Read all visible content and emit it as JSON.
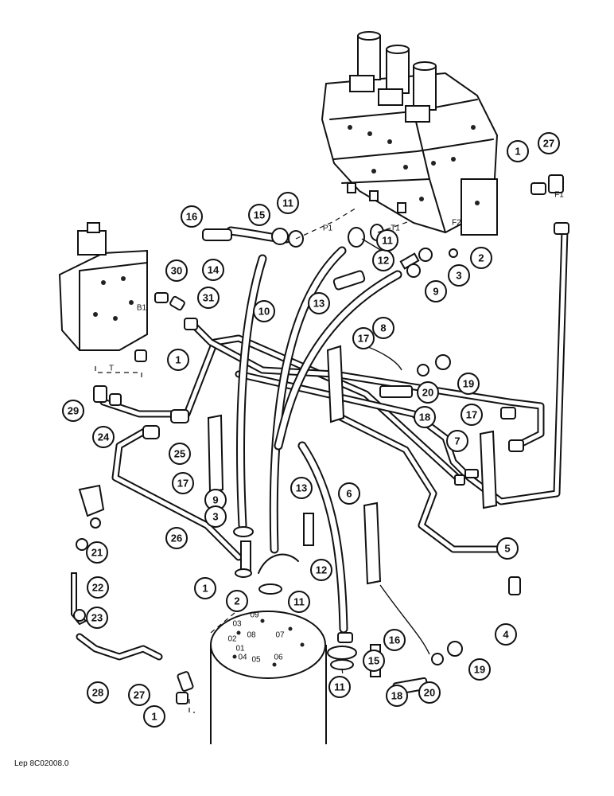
{
  "reference": "Lep 8C02008.0",
  "port_labels": {
    "p1": "P1",
    "t1": "T1",
    "f1": "F1",
    "f2": "F2",
    "b1": "B1",
    "t": "T"
  },
  "base_port_labels": [
    "09",
    "03",
    "08",
    "07",
    "02",
    "01",
    "04",
    "05",
    "06"
  ],
  "callouts": [
    "1",
    "27",
    "16",
    "15",
    "11",
    "2",
    "3",
    "12",
    "11",
    "30",
    "14",
    "13",
    "9",
    "31",
    "10",
    "8",
    "1",
    "17",
    "19",
    "20",
    "29",
    "24",
    "18",
    "25",
    "17",
    "7",
    "13",
    "17",
    "9",
    "3",
    "6",
    "26",
    "5",
    "12",
    "21",
    "1",
    "2",
    "11",
    "22",
    "4",
    "23",
    "16",
    "15",
    "28",
    "27",
    "20",
    "19",
    "18",
    "11",
    "1"
  ]
}
